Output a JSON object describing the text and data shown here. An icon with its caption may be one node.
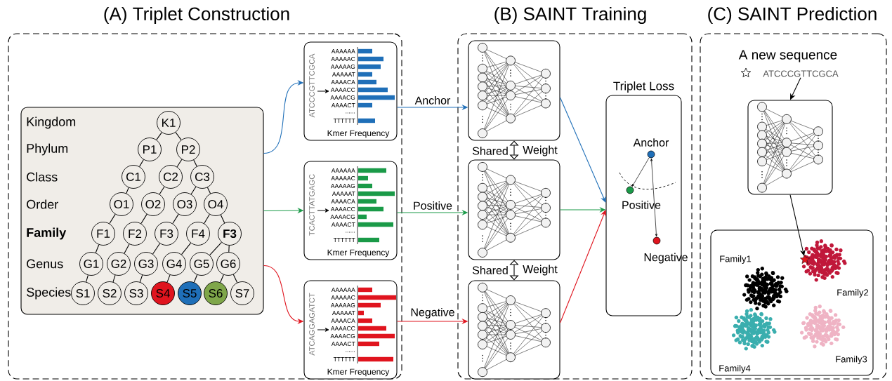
{
  "diagram": {
    "nodes": [
      {
        "text": [
          "(A) Triplet Construction"
        ]
      },
      {
        "text": [
          "Kingdom",
          "Phylum",
          "Class",
          "Order",
          "Family",
          "Genus",
          "Species"
        ],
        "in": 0
      },
      {
        "text": [
          "K1"
        ],
        "in": 1
      },
      {
        "text": [
          "P1"
        ],
        "in": 1
      },
      {
        "text": [
          "P2"
        ],
        "in": 1
      },
      {
        "text": [
          "C1"
        ],
        "in": 1
      },
      {
        "text": [
          "C2"
        ],
        "in": 1
      },
      {
        "text": [
          "C3"
        ],
        "in": 1
      },
      {
        "text": [
          "O1"
        ],
        "in": 1
      },
      {
        "text": [
          "O2"
        ],
        "in": 1
      },
      {
        "text": [
          "O3"
        ],
        "in": 1
      },
      {
        "text": [
          "O4"
        ],
        "in": 1
      },
      {
        "text": [
          "F1"
        ],
        "in": 1
      },
      {
        "text": [
          "F2"
        ],
        "in": 1
      },
      {
        "text": [
          "F3"
        ],
        "in": 1
      },
      {
        "text": [
          "F4"
        ],
        "in": 1
      },
      {
        "text": [
          "F3"
        ],
        "in": 1
      },
      {
        "text": [
          "G1"
        ],
        "in": 1
      },
      {
        "text": [
          "G2"
        ],
        "in": 1
      },
      {
        "text": [
          "G3"
        ],
        "in": 1
      },
      {
        "text": [
          "G4"
        ],
        "in": 1
      },
      {
        "text": [
          "G5"
        ],
        "in": 1
      },
      {
        "text": [
          "G6"
        ],
        "in": 1
      },
      {
        "text": [
          "S1"
        ],
        "in": 1
      },
      {
        "text": [
          "S2"
        ],
        "in": 1
      },
      {
        "text": [
          "S3"
        ],
        "in": 1
      },
      {
        "text": [
          "S4"
        ],
        "in": 1
      },
      {
        "text": [
          "S5"
        ],
        "in": 1
      },
      {
        "text": [
          "S6"
        ],
        "in": 1
      },
      {
        "text": [
          "S7"
        ],
        "in": 1
      },
      {
        "text": [
          "ATCCCGTTCGCA",
          "AAAAAA",
          "AAAAAC",
          "AAAAAG",
          "AAAAAT",
          "AAAACA",
          "AAAACC",
          "AAAACG",
          "AAAACT",
          "......",
          "TTTTTT",
          "Kmer Frequency"
        ],
        "in": 0
      },
      {
        "text": [
          "TCACTTATGAGC",
          "AAAAAA",
          "AAAAAC",
          "AAAAAG",
          "AAAAAT",
          "AAAACA",
          "AAAACC",
          "AAAACG",
          "AAAACT",
          "......",
          "TTTTTT",
          "Kmer Frequency"
        ],
        "in": 0
      },
      {
        "text": [
          "ATCAGGAGATCT",
          "AAAAAA",
          "AAAAAC",
          "AAAAAG",
          "AAAAAT",
          "AAAACA",
          "AAAACC",
          "AAAACG",
          "AAAACT",
          "......",
          "TTTTTT",
          "Kmer Frequency"
        ],
        "in": 0
      },
      {
        "text": [
          "(B) SAINT Training"
        ]
      },
      {
        "text": [],
        "shape": "picture",
        "in": 33
      },
      {
        "text": [],
        "shape": "picture",
        "in": 33
      },
      {
        "text": [],
        "shape": "picture",
        "in": 33
      },
      {
        "text": [
          "Triplet Loss"
        ],
        "in": 33
      },
      {
        "text": [],
        "shape": "circle",
        "beside": [
          "Anchor"
        ],
        "in": 37
      },
      {
        "text": [],
        "shape": "circle",
        "beside": [
          "Positive"
        ],
        "in": 37
      },
      {
        "text": [],
        "shape": "circle",
        "beside": [
          "Negative"
        ],
        "in": 37
      },
      {
        "text": [
          "(C) SAINT Prediction"
        ]
      },
      {
        "text": [
          "A new sequence",
          "ATCCCGTTCGCA"
        ],
        "in": 41
      },
      {
        "text": [],
        "shape": "picture",
        "in": 41
      },
      {
        "text": [
          "Family1",
          "Family2",
          "Family3",
          "Family4"
        ],
        "in": 41
      },
      {
        "text": [],
        "shape": "star",
        "in": 44
      }
    ],
    "edges": [
      {
        "from": 2,
        "to": 3,
        "arrow": "none"
      },
      {
        "from": 2,
        "to": 4,
        "arrow": "none"
      },
      {
        "from": 3,
        "to": 5,
        "arrow": "none"
      },
      {
        "from": 4,
        "to": 6,
        "arrow": "none"
      },
      {
        "from": 4,
        "to": 7,
        "arrow": "none"
      },
      {
        "from": 5,
        "to": 8,
        "arrow": "none"
      },
      {
        "from": 6,
        "to": 9,
        "arrow": "none"
      },
      {
        "from": 7,
        "to": 10,
        "arrow": "none"
      },
      {
        "from": 7,
        "to": 11,
        "arrow": "none"
      },
      {
        "from": 8,
        "to": 12,
        "arrow": "none"
      },
      {
        "from": 9,
        "to": 13,
        "arrow": "none"
      },
      {
        "from": 10,
        "to": 14,
        "arrow": "none"
      },
      {
        "from": 11,
        "to": 15,
        "arrow": "none"
      },
      {
        "from": 11,
        "to": 16,
        "arrow": "none"
      },
      {
        "from": 12,
        "to": 17,
        "arrow": "none"
      },
      {
        "from": 13,
        "to": 18,
        "arrow": "none"
      },
      {
        "from": 14,
        "to": 19,
        "arrow": "none"
      },
      {
        "from": 15,
        "to": 20,
        "arrow": "none"
      },
      {
        "from": 16,
        "to": 21,
        "arrow": "none"
      },
      {
        "from": 16,
        "to": 22,
        "arrow": "none"
      },
      {
        "from": 17,
        "to": 23,
        "arrow": "none"
      },
      {
        "from": 18,
        "to": 24,
        "arrow": "none"
      },
      {
        "from": 19,
        "to": 25,
        "arrow": "none"
      },
      {
        "from": 20,
        "to": 26,
        "arrow": "none"
      },
      {
        "from": 21,
        "to": 27,
        "arrow": "none"
      },
      {
        "from": 22,
        "to": 28,
        "arrow": "none"
      },
      {
        "from": 22,
        "to": 29,
        "arrow": "none"
      },
      {
        "from": 1,
        "to": 30,
        "arrow": "to",
        "color": "#1f6fb8"
      },
      {
        "from": 1,
        "to": 31,
        "arrow": "to",
        "color": "#1a9a48"
      },
      {
        "from": 1,
        "to": 32,
        "arrow": "to",
        "color": "#e0141e"
      },
      {
        "from": 30,
        "to": 34,
        "arrow": "to",
        "label": "Anchor",
        "color": "#1f6fb8"
      },
      {
        "from": 31,
        "to": 35,
        "arrow": "to",
        "label": "Positive",
        "color": "#1a9a48"
      },
      {
        "from": 32,
        "to": 36,
        "arrow": "to",
        "label": "Negative",
        "color": "#e0141e"
      },
      {
        "from": 34,
        "to": 35,
        "arrow": "both"
      },
      {
        "from": 35,
        "to": 36,
        "arrow": "both"
      },
      {
        "from": 34,
        "to": 37,
        "arrow": "to",
        "color": "#1f6fb8"
      },
      {
        "from": 35,
        "to": 37,
        "arrow": "to",
        "color": "#1a9a48"
      },
      {
        "from": 36,
        "to": 37,
        "arrow": "to",
        "color": "#e0141e"
      },
      {
        "from": 38,
        "to": 39,
        "arrow": "to"
      },
      {
        "from": 38,
        "to": 40,
        "arrow": "both"
      },
      {
        "from": 42,
        "to": 43,
        "arrow": "to"
      },
      {
        "from": 43,
        "to": 45,
        "arrow": "to"
      }
    ],
    "labels": [
      "Shared",
      "Weight",
      "Shared",
      "Weight"
    ]
  }
}
